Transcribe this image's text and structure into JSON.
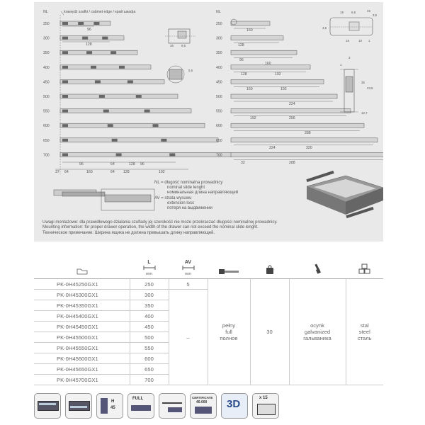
{
  "drawing": {
    "edge_label": "krawędź szafki / cabinet edge / край шкафа",
    "nl_header": "NL",
    "nl_values": [
      "250",
      "300",
      "350",
      "400",
      "450",
      "500",
      "550",
      "600",
      "650",
      "700"
    ],
    "left_dims": {
      "row250": "96",
      "row300": "128",
      "bottom_a": [
        "96",
        "64",
        "128",
        "96"
      ],
      "bottom_b": [
        "37",
        "64",
        "160",
        "64",
        "128",
        "192"
      ]
    },
    "right_dims": {
      "row250": "160",
      "row300": "128",
      "row350": [
        "96",
        "160"
      ],
      "row400": [
        "128",
        "192"
      ],
      "row450": [
        "160",
        "192"
      ],
      "row500": "224",
      "row550": [
        "192",
        "256"
      ],
      "row600": "288",
      "row650": [
        "224",
        "320"
      ],
      "row700": [
        "32",
        "288"
      ]
    },
    "detail_dims": {
      "top": [
        "19",
        "6.5",
        "45",
        "3,5",
        "16",
        "10",
        "1"
      ],
      "side": [
        "4,5",
        "3",
        "1",
        "35",
        "43,8",
        "12,7"
      ],
      "left_detail": [
        "35",
        "9,5",
        "5,5"
      ]
    },
    "legend": {
      "nl_line1": "NL = długość nominalna prowadnicy",
      "nl_line2": "nominal slide lenght",
      "nl_line3": "номинальная длина направляющей",
      "av_line1": "AV = strata wysuwu",
      "av_line2": "extension loss",
      "av_line3": "потеря на выдвижении"
    },
    "notes": [
      "Uwagi montażowe: dla prawidłowego działania szuflady jej szerokość nie może przekraczać długości nominalnej prowadnicy.",
      "Mounting information: for proper drawer operation, the width of the drawer can not exceed the nominal slide lenght.",
      "Техническое примечание: Ширина ящика не должна превышать длину направляющей."
    ]
  },
  "table": {
    "headers": {
      "l_letter": "L",
      "l_unit": "mm",
      "av_letter": "AV",
      "av_unit": "mm"
    },
    "rows": [
      {
        "code": "PK-0H45250GX1",
        "l": "250"
      },
      {
        "code": "PK-0H45300GX1",
        "l": "300"
      },
      {
        "code": "PK-0H45350GX1",
        "l": "350"
      },
      {
        "code": "PK-0H45400GX1",
        "l": "400"
      },
      {
        "code": "PK-0H45450GX1",
        "l": "450"
      },
      {
        "code": "PK-0H45500GX1",
        "l": "500"
      },
      {
        "code": "PK-0H45550GX1",
        "l": "550"
      },
      {
        "code": "PK-0H45600GX1",
        "l": "600"
      },
      {
        "code": "PK-0H45650GX1",
        "l": "650"
      },
      {
        "code": "PK-0H45700GX1",
        "l": "700"
      }
    ],
    "av_first": "5",
    "av_rest": "–",
    "extension": {
      "pl": "pełny",
      "en": "full",
      "ru": "полное"
    },
    "load": "30",
    "finish": {
      "pl": "ocynk",
      "en": "galvanized",
      "ru": "гальваника"
    },
    "material": {
      "pl": "stal",
      "en": "steel",
      "ru": "сталь"
    }
  },
  "icons": {
    "h_label": "H",
    "h_value": "45",
    "full_label": "FULL",
    "cert_label": "CERTIFICATE",
    "cert_value": "40.000",
    "three_d": "3D",
    "pack_label": "x 15"
  }
}
